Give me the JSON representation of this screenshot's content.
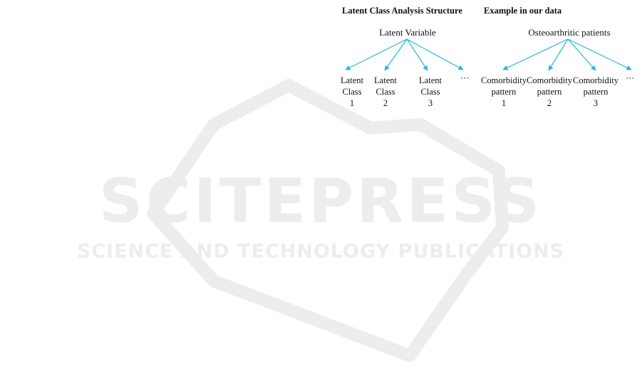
{
  "watermark": {
    "brand": "SCITEPRESS",
    "tagline": "SCIENCE AND TECHNOLOGY PUBLICATIONS"
  },
  "colors": {
    "arrow": "#29b6e0",
    "text": "#111111",
    "watermark": "#ededed"
  },
  "left_panel": {
    "heading": "Latent Class Analysis Structure",
    "root": "Latent Variable",
    "children": [
      {
        "line1": "Latent",
        "line2": "Class",
        "line3": "1"
      },
      {
        "line1": "Latent",
        "line2": "Class",
        "line3": "2"
      },
      {
        "line1": "Latent",
        "line2": "Class",
        "line3": "3"
      }
    ],
    "ellipsis": "···"
  },
  "right_panel": {
    "heading": "Example in our data",
    "root": "Osteoarthritic patients",
    "children": [
      {
        "line1": "Comorbidity",
        "line2": "pattern",
        "line3": "1"
      },
      {
        "line1": "Comorbidity",
        "line2": "pattern",
        "line3": "2"
      },
      {
        "line1": "Comorbidity",
        "line2": "pattern",
        "line3": "3"
      }
    ],
    "ellipsis": "···"
  }
}
